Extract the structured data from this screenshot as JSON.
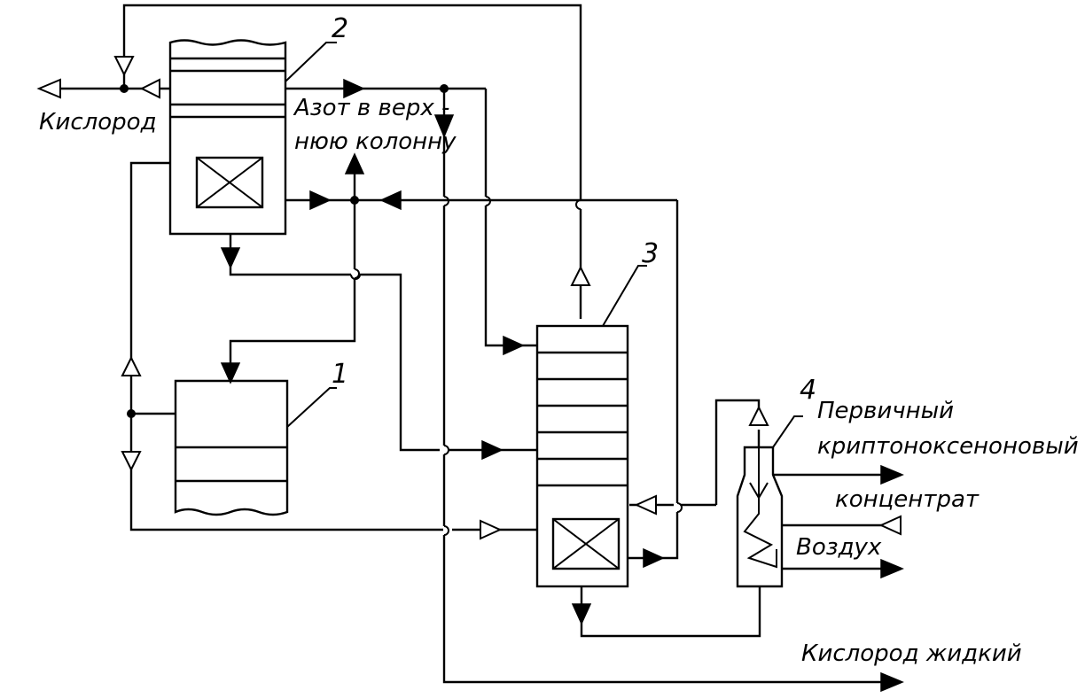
{
  "labels": {
    "oxygen": "Кислород",
    "nitrogen_line1": "Азот в верх -",
    "nitrogen_line2": "нюю колонну",
    "primary_line1": "Первичный",
    "primary_line2": "криптоноксеноновый",
    "primary_line3": "концентрат",
    "air": "Воздух",
    "liquid_oxygen": "Кислород жидкий"
  },
  "components": {
    "c1": "1",
    "c2": "2",
    "c3": "3",
    "c4": "4"
  },
  "colors": {
    "line": "#000000",
    "background": "#ffffff"
  }
}
